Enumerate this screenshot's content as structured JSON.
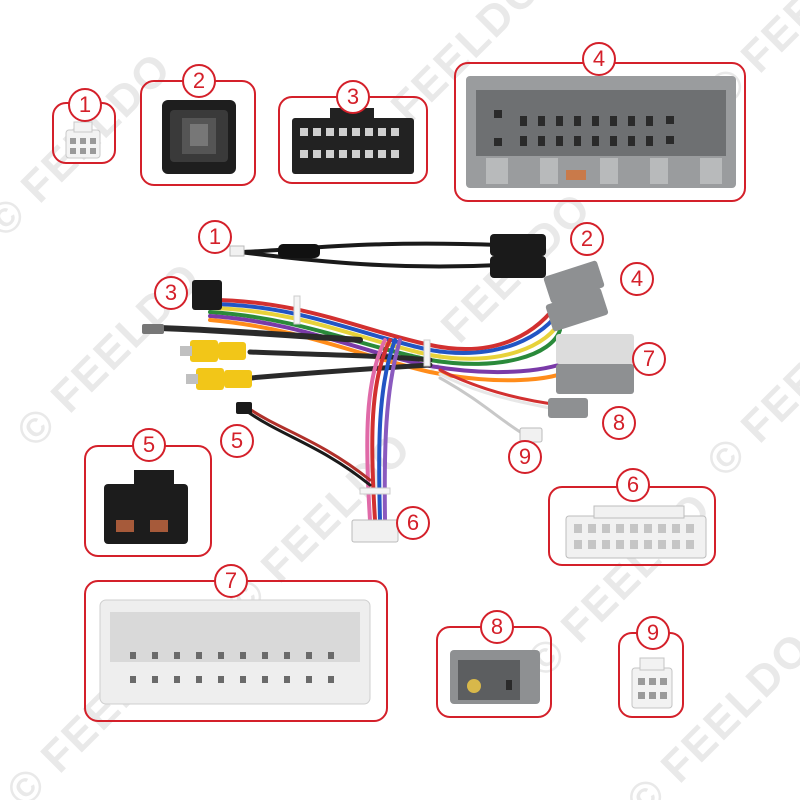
{
  "watermark": {
    "brand": "FEELDO",
    "copyright_symbol": "©"
  },
  "callouts": {
    "c1": "1",
    "c2": "2",
    "c3": "3",
    "c4": "4",
    "c5": "5",
    "c6": "6",
    "c7": "7",
    "c8": "8",
    "c9": "9"
  },
  "colors": {
    "accent": "#d4202a",
    "connector_gray": "#8a8c8e",
    "rca_yellow": "#f2c618",
    "white_plastic": "#f1f1f1"
  }
}
